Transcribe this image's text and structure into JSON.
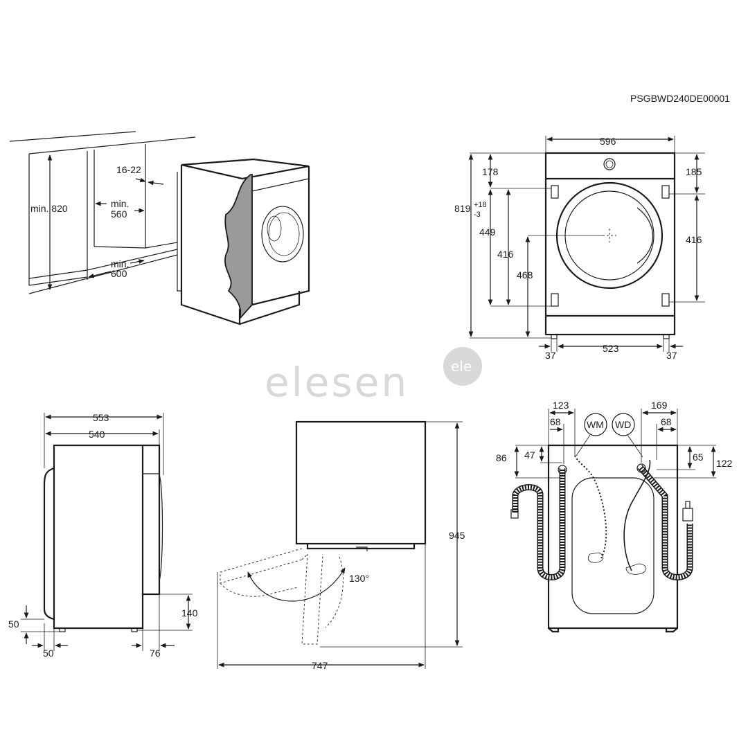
{
  "code": "PSGBWD240DE00001",
  "watermark": {
    "text": "elesen",
    "badge": "ele"
  },
  "installation": {
    "min_height": "min. 820",
    "gap": "16-22",
    "min_depth_1": "min.",
    "min_depth_2": "560",
    "min_width_1": "min.",
    "min_width_2": "600"
  },
  "front": {
    "width": "596",
    "top": "178",
    "top_right": "185",
    "height_main": "819",
    "height_sup": "+18",
    "height_sub": "-3",
    "d449": "449",
    "d416l": "416",
    "d468": "468",
    "d416r": "416",
    "foot_left": "37",
    "between_feet": "523",
    "foot_right": "37"
  },
  "side": {
    "depth_total": "553",
    "depth_body": "540",
    "d50_left": "50",
    "d50_bottom": "50",
    "d76": "76",
    "d140": "140"
  },
  "door": {
    "height": "945",
    "angle": "130°",
    "depth_open": "747"
  },
  "back": {
    "d123": "123",
    "d68l": "68",
    "wm": "WM",
    "wd": "WD",
    "d169": "169",
    "d68r": "68",
    "d86": "86",
    "d47": "47",
    "d65": "65",
    "d122": "122"
  }
}
